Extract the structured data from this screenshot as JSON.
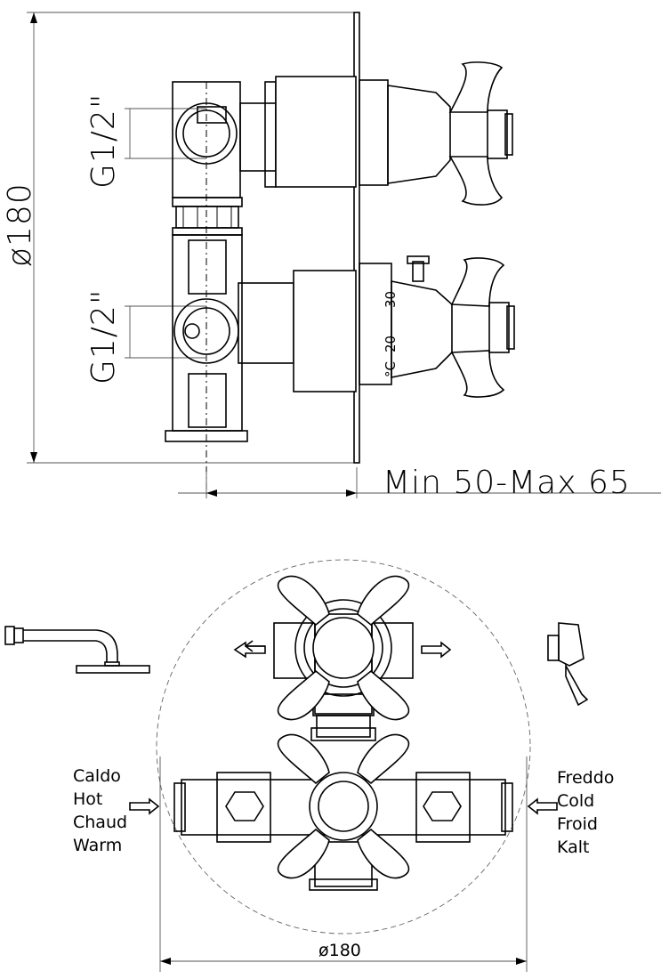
{
  "side_view": {
    "diameter_label": "ø180",
    "thread_top": "G1/2\"",
    "thread_bottom": "G1/2\"",
    "depth_label": "Min 50-Max 65",
    "scale": {
      "mark_30": "30",
      "mark_20": "20",
      "unit": "°C"
    }
  },
  "front_view": {
    "diameter_label": "ø180",
    "hot_labels": [
      "Caldo",
      "Hot",
      "Chaud",
      "Warm"
    ],
    "cold_labels": [
      "Freddo",
      "Cold",
      "Froid",
      "Kalt"
    ],
    "outlet_left_icon": "shower-head-icon",
    "outlet_right_icon": "hand-shower-icon"
  }
}
